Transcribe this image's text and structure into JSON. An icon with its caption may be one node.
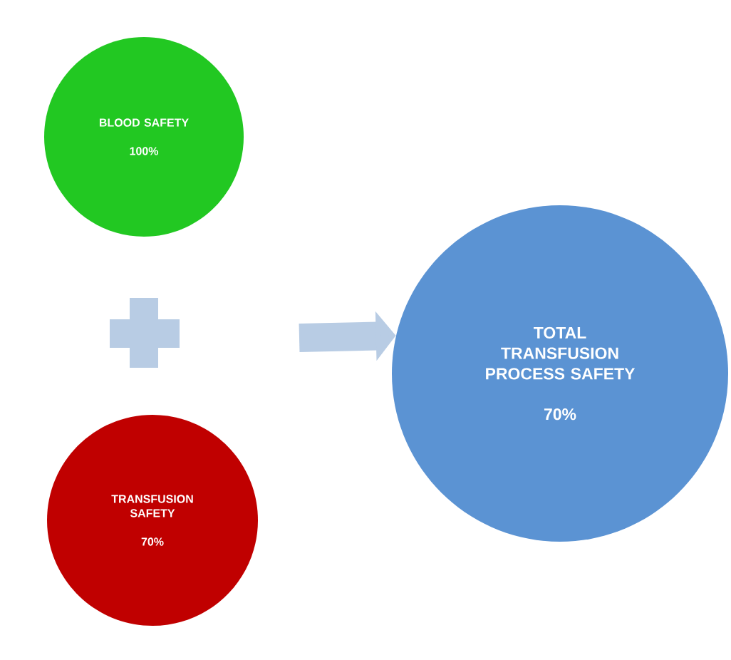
{
  "diagram": {
    "nodes": [
      {
        "text": [
          "BLOOD SAFETY",
          "100%"
        ]
      },
      {
        "text": [
          "TRANSFUSION SAFETY",
          "70%"
        ]
      },
      {
        "text": [
          "TOTAL TRANSFUSION PROCESS SAFETY",
          "70%"
        ]
      }
    ],
    "edges": [
      {
        "from": null,
        "to": 2,
        "arrow": "to"
      }
    ]
  }
}
